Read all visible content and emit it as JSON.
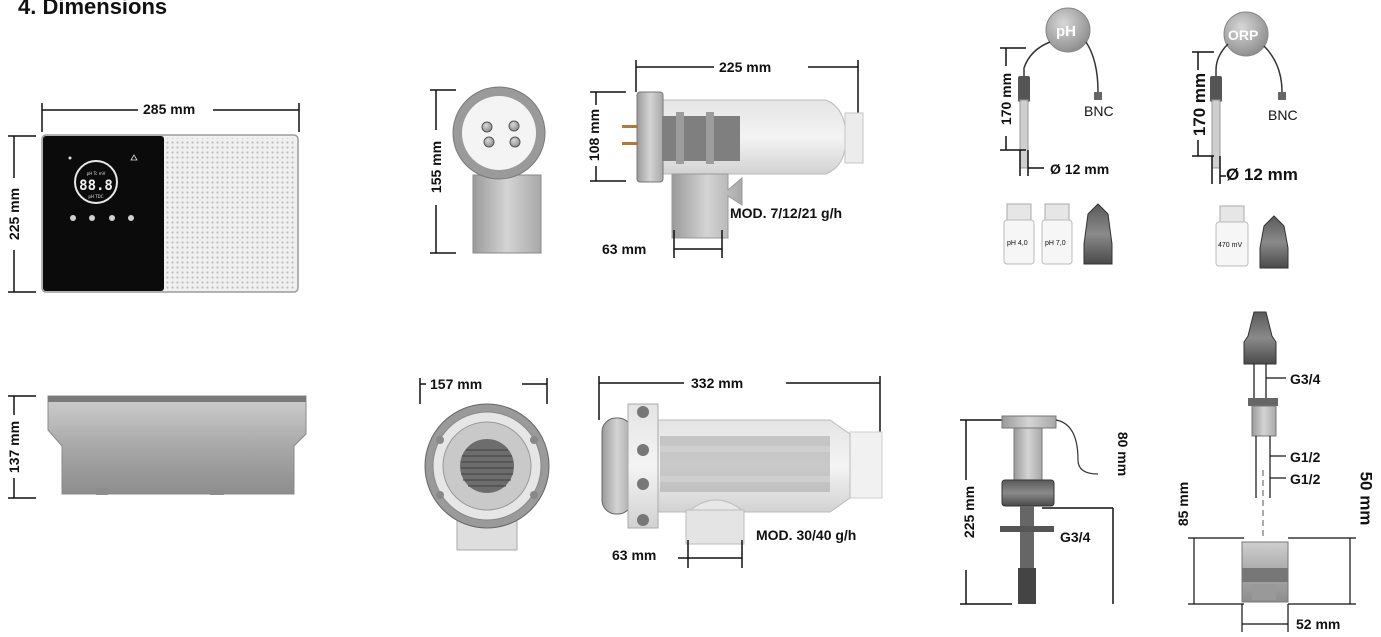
{
  "title": "4. Dimensions",
  "dims": {
    "controller_width": "285 mm",
    "controller_height": "225 mm",
    "controller_depth": "137 mm",
    "cell_small_diameter": "155 mm",
    "cell_small_length": "225 mm",
    "cell_small_head": "108 mm",
    "cell_small_base": "63 mm",
    "cell_small_model": "MOD. 7/12/21 g/h",
    "cell_large_diameter": "157 mm",
    "cell_large_length": "332 mm",
    "cell_large_base": "63 mm",
    "cell_large_model": "MOD. 30/40 g/h",
    "ph_probe_length": "170 mm",
    "ph_probe_diameter": "Ø 12 mm",
    "ph_connector": "BNC",
    "ph_label": "pH",
    "orp_probe_length": "170 mm",
    "orp_probe_diameter": "Ø 12 mm",
    "orp_connector": "BNC",
    "orp_label": "ORP",
    "buffer_1": "pH 4,0",
    "buffer_2": "pH 7,0",
    "buffer_orp": "470 mV",
    "flow_height": "225 mm",
    "flow_cable": "80 mm",
    "flow_thread": "G3/4",
    "holder_thread_top": "G3/4",
    "holder_thread_mid1": "G1/2",
    "holder_thread_mid2": "G1/2",
    "holder_height": "85 mm",
    "holder_depth": "50 mm",
    "holder_width": "52 mm"
  },
  "display": {
    "reading": "88.8",
    "row1": "pH Tc mV",
    "row2": "pH   TDC"
  }
}
